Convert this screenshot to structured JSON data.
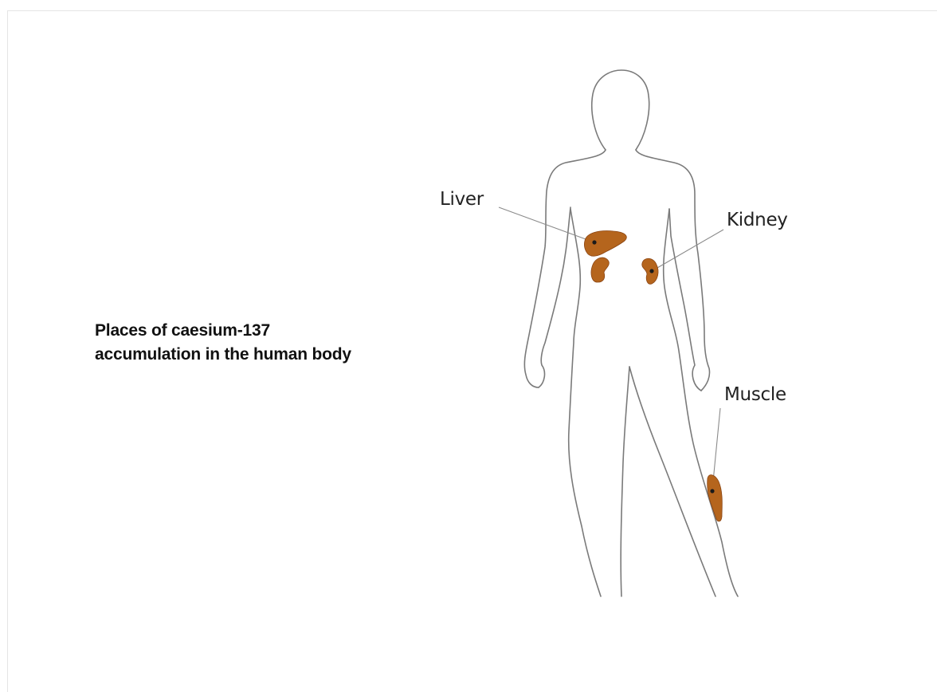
{
  "caption": {
    "line1": "Places of caesium-137",
    "line2": "accumulation in the human body"
  },
  "labels": {
    "liver": "Liver",
    "kidney": "Kidney",
    "muscle": "Muscle"
  },
  "colors": {
    "organ_fill": "#b5651d",
    "organ_dot": "#1a1a1a",
    "outline": "#7a7a7a",
    "caption_text": "#111111"
  }
}
